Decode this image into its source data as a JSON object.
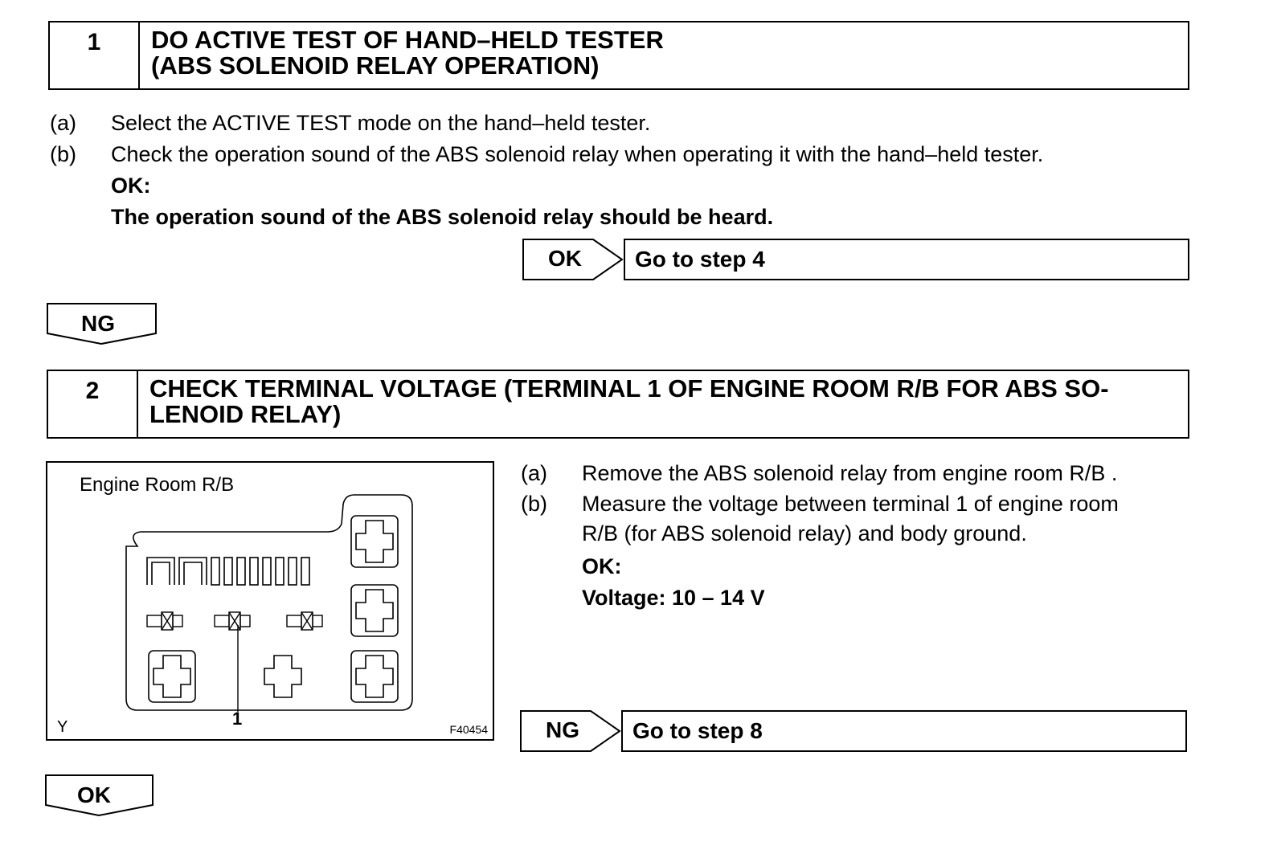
{
  "step1": {
    "number": "1",
    "title_line1": "DO ACTIVE TEST OF HAND–HELD TESTER",
    "title_line2": "(ABS SOLENOID RELAY OPERATION)",
    "items": [
      {
        "label": "(a)",
        "text": "Select the ACTIVE TEST mode on the hand–held tester."
      },
      {
        "label": "(b)",
        "text": "Check the operation sound of the ABS solenoid relay when operating it with the hand–held tester."
      }
    ],
    "ok_label": "OK:",
    "ok_text": "The operation sound of the ABS solenoid relay should be heard.",
    "result_tag": "OK",
    "result_text": "Go to step 4",
    "next_tag": "NG"
  },
  "step2": {
    "number": "2",
    "title_line1": "CHECK TERMINAL VOLTAGE (TERMINAL 1 OF ENGINE ROOM R/B FOR ABS SO-",
    "title_line2": "LENOID RELAY)",
    "figure": {
      "title": "Engine Room R/B",
      "pointer_label": "1",
      "corner_left": "Y",
      "code": "F40454"
    },
    "items": [
      {
        "label": "(a)",
        "text": "Remove the ABS solenoid relay from engine room R/B ."
      },
      {
        "label": "(b)",
        "text_line1": "Measure the voltage between terminal 1 of engine room",
        "text_line2": "R/B (for ABS solenoid relay) and body ground."
      }
    ],
    "ok_label": "OK:",
    "ok_text": "Voltage: 10 – 14 V",
    "result_tag": "NG",
    "result_text": "Go to step 8",
    "next_tag": "OK"
  }
}
